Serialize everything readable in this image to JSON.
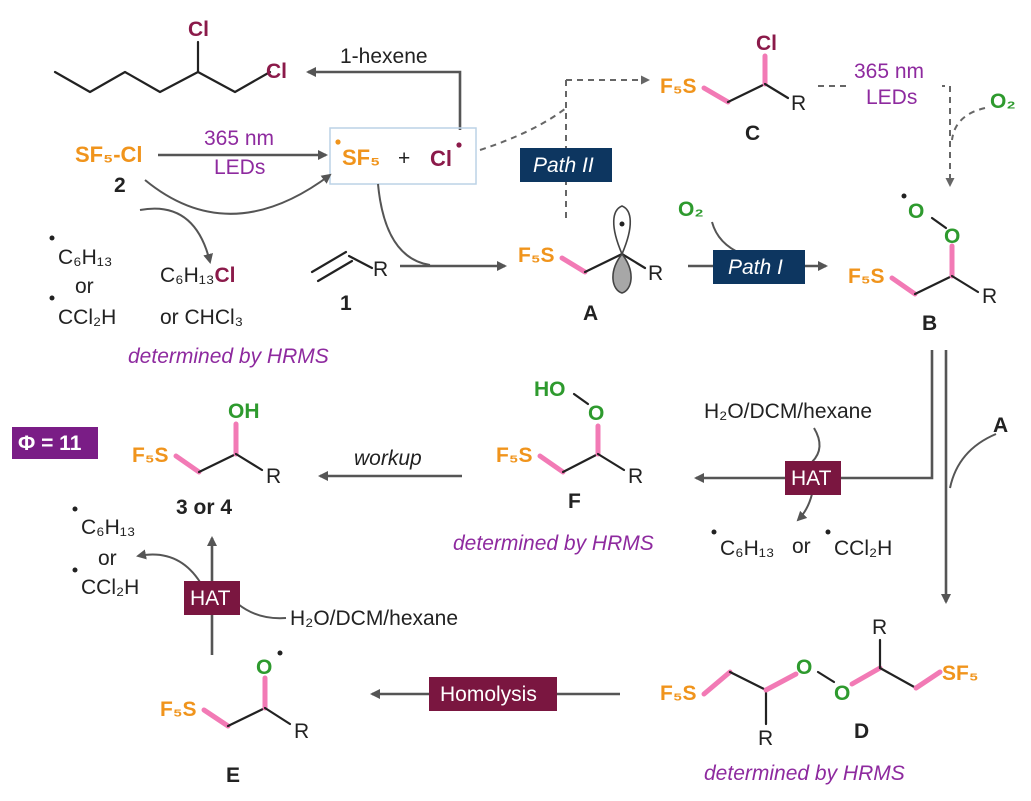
{
  "conditions": {
    "light": "365 nm",
    "light_source": "LEDs",
    "hexene": "1-hexene",
    "solvent": "H₂O/DCM/hexane",
    "o2": "O₂"
  },
  "labels": {
    "hrms": "determined by HRMS",
    "quantum_yield": "Φ = 11",
    "workup": "workup",
    "or": "or",
    "plus": "+",
    "products": "3 or 4",
    "sulfonyl": "SF₅-Cl",
    "sf5_group": "F₅S",
    "sf5_group_d2": "SF₅",
    "sf5_radical": "SF₅",
    "cl_radical": "Cl",
    "cl_atom": "Cl",
    "hexyl_radical": "C₆H₁₃",
    "hexyl_chloride_1": "C₆H₁₃",
    "hexyl_chloride_2": "Cl",
    "dichloromethyl_radical": "CCl₂H",
    "chloroform": "or  CHCl₃",
    "R": "R",
    "O": "O",
    "OH": "OH",
    "HO": "HO"
  },
  "compounds": {
    "reagent": "2",
    "alkene": "1",
    "A": "A",
    "B": "B",
    "C": "C",
    "D": "D",
    "E": "E",
    "F": "F"
  },
  "tags": {
    "path1": "Path I",
    "path2": "Path II",
    "hat": "HAT",
    "homolysis": "Homolysis"
  },
  "colors": {
    "sf5": "#f0941c",
    "chlorine": "#8b1a4a",
    "oxygen": "#2e9a2e",
    "annotation": "#8e2a9f",
    "path_tag": "#0d3660",
    "hat_tag": "#7a1640",
    "phi_tag": "#7a1d86",
    "new_bond": "#f27ab5"
  }
}
